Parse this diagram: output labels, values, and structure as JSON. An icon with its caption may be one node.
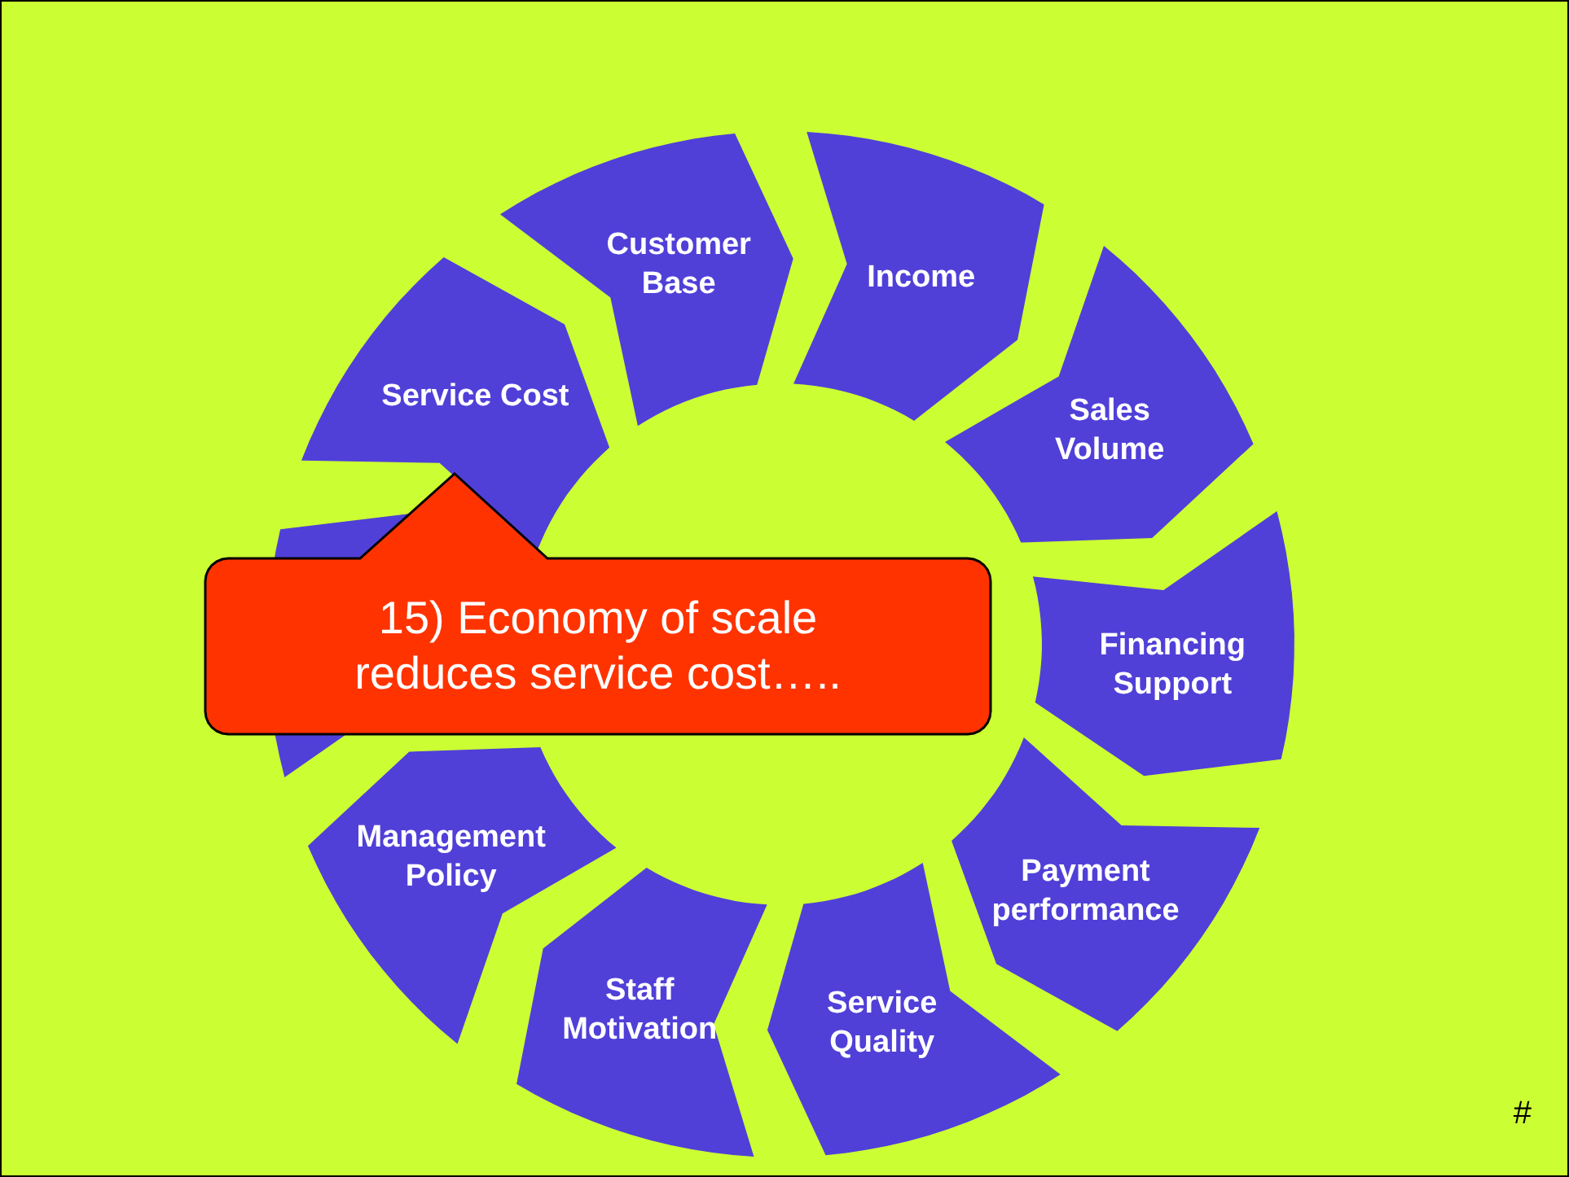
{
  "diagram": {
    "nodes": [
      {
        "text": [
          "Customer Base"
        ]
      },
      {
        "text": [
          "Income"
        ]
      },
      {
        "text": [
          "Sales Volume"
        ]
      },
      {
        "text": [
          "Financing Support"
        ]
      },
      {
        "text": [
          "Payment performance"
        ]
      },
      {
        "text": [
          "Service Quality"
        ]
      },
      {
        "text": [
          "Staff Motivation"
        ]
      },
      {
        "text": [
          "Management Policy"
        ]
      },
      {
        "text": [],
        "shape": "chevron"
      },
      {
        "text": [
          "Service Cost"
        ]
      },
      {
        "text": [
          "15) Economy of scale reduces service cost….."
        ]
      }
    ],
    "labels": [
      "#"
    ]
  }
}
